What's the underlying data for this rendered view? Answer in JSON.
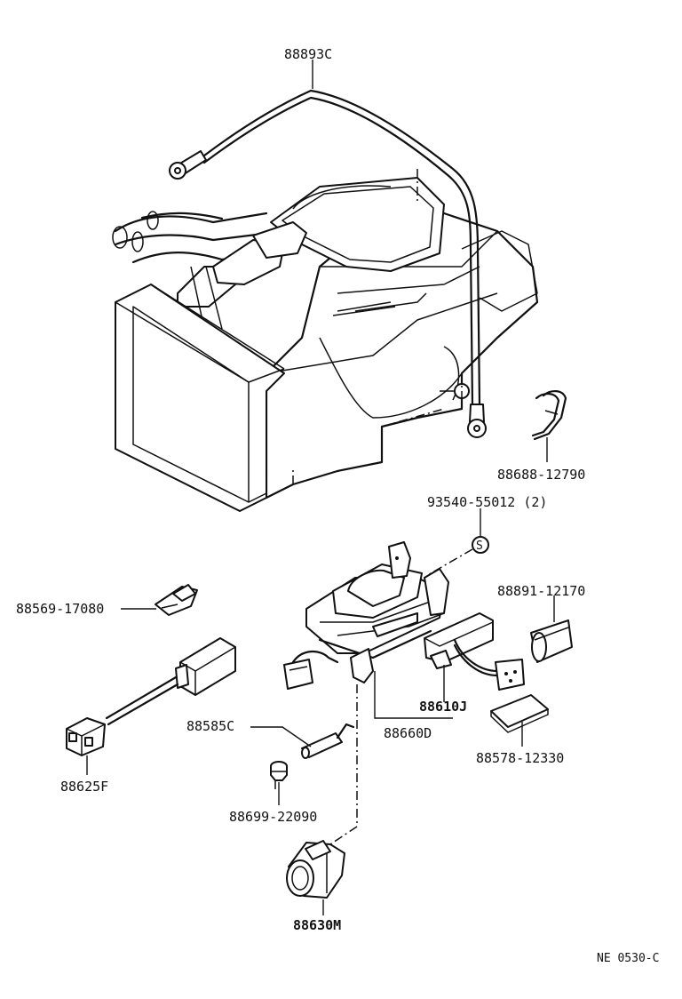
{
  "labels": {
    "p88893C": "88893C",
    "p88688": "88688-12790",
    "p93540": "93540-55012 (2)",
    "p88569": "88569-17080",
    "p88891": "88891-12170",
    "p88610J": "88610J",
    "p88660D": "88660D",
    "p88585C": "88585C",
    "p88578": "88578-12330",
    "p88625F": "88625F",
    "p88699": "88699-22090",
    "p88630M": "88630M"
  },
  "drawing_code": "NE 0530-C",
  "washer_symbol": "S"
}
